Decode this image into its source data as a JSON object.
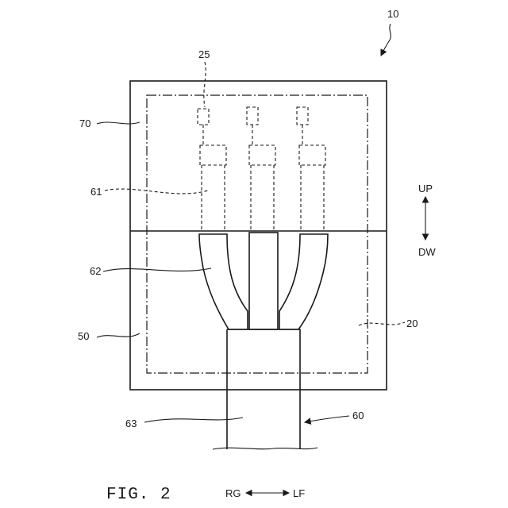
{
  "figure": {
    "caption": "FIG. 2",
    "labels": {
      "device": "10",
      "terminal": "25",
      "cover": "70",
      "core_wire": "61",
      "branch": "62",
      "base": "50",
      "board": "20",
      "sheath": "63",
      "cable": "60"
    },
    "directions": {
      "up": "UP",
      "down": "DW",
      "right": "RG",
      "left": "LF"
    }
  }
}
